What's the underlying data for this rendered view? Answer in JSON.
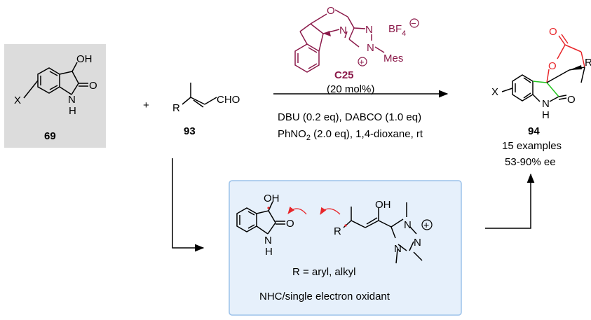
{
  "colors": {
    "catalyst": "#8b1a4a",
    "lactone": "#e8262a",
    "spiro_bond": "#22c41e",
    "intermediate_arrow": "#e8262a",
    "box_grey": "#dcdcdc",
    "box_blue_fill": "#e6f0fb",
    "box_blue_border": "#9cc2ea"
  },
  "reactants": {
    "oxindole": {
      "substituent": "X",
      "oh": "OH",
      "o": "O",
      "nh_n": "N",
      "nh_h": "H",
      "label": "69"
    },
    "plus": "+",
    "enal": {
      "r": "R",
      "cho": "CHO",
      "label": "93"
    }
  },
  "catalyst": {
    "o_ring": "O",
    "n1": "N",
    "n2": "N",
    "n3": "N",
    "anion_main": "BF",
    "anion_sub": "4",
    "charge_minus": "−",
    "charge_plus": "+",
    "mes": "Mes",
    "label": "C25",
    "loading": "(20 mol%)"
  },
  "conditions": {
    "line1": "DBU (0.2 eq), DABCO (1.0 eq)",
    "line2_a": "PhNO",
    "line2_sub": "2",
    "line2_b": " (2.0 eq), 1,4-dioxane, rt"
  },
  "product": {
    "x": "X",
    "o_ring": "O",
    "o_carbonyl_lactone": "O",
    "r": "R",
    "o_amide": "O",
    "n": "N",
    "h": "H",
    "label": "94",
    "examples": "15 examples",
    "ee": "53-90% ee"
  },
  "intermediate": {
    "oh_left": "OH",
    "o_left": "O",
    "n_left": "N",
    "h_left": "H",
    "r": "R",
    "oh_right": "OH",
    "n_a": "N",
    "n_b": "N",
    "n_c": "N",
    "plus": "+",
    "r_def": "R = aryl, alkyl",
    "caption": "NHC/single electron oxidant"
  }
}
